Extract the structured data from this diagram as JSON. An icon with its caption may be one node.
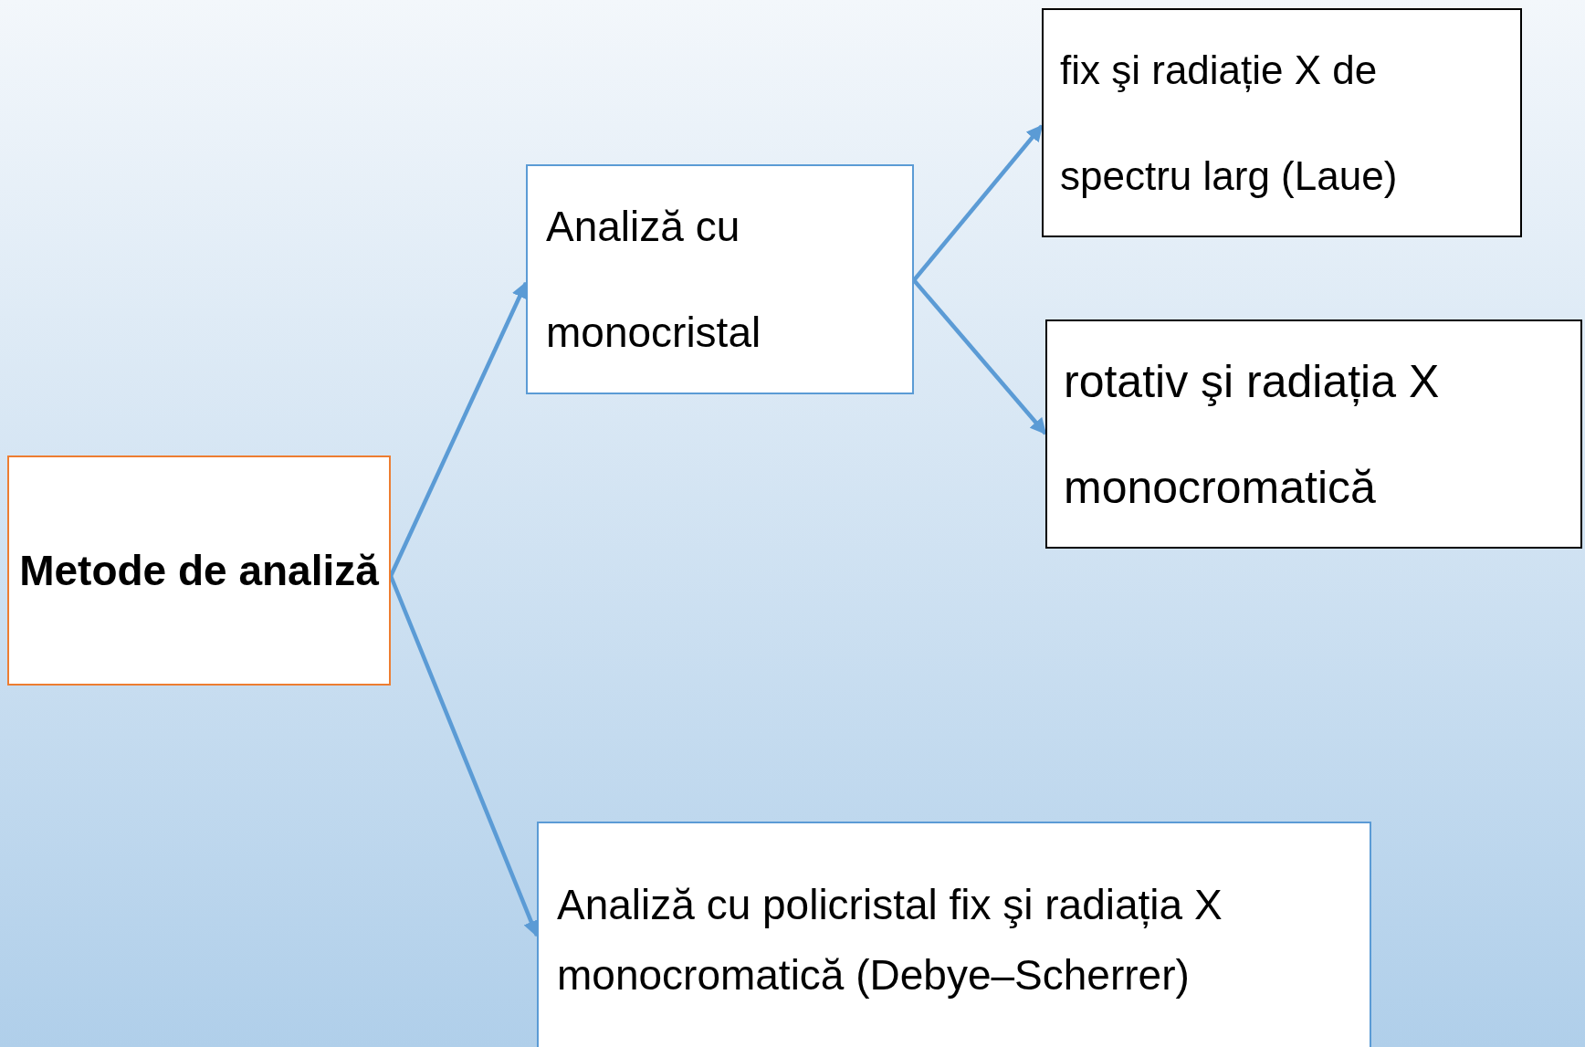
{
  "diagram": {
    "nodes": [
      {
        "text": [
          "Metode de analiză"
        ]
      },
      {
        "text": [
          "Analiză cu monocristal"
        ]
      },
      {
        "text": [
          "fix şi radiație X de spectru larg (Laue)"
        ]
      },
      {
        "text": [
          "rotativ şi radiația X monocromatică"
        ]
      },
      {
        "text": [
          "Analiză cu policristal fix şi radiația X monocromatică (Debye–Scherrer)"
        ]
      }
    ],
    "edges": [
      {
        "from": 0,
        "to": 1,
        "arrow": "to"
      },
      {
        "from": 1,
        "to": 2,
        "arrow": "to"
      },
      {
        "from": 1,
        "to": 3,
        "arrow": "to"
      },
      {
        "from": 0,
        "to": 4,
        "arrow": "to"
      }
    ]
  }
}
